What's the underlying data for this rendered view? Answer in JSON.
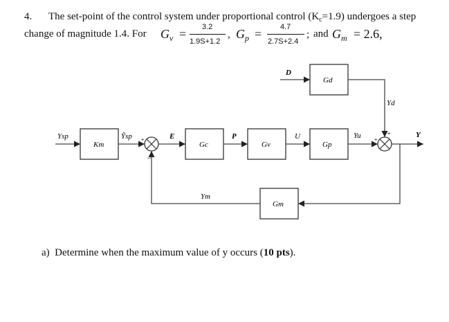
{
  "problem": {
    "number": "4.",
    "line1": "The set-point of the control system under proportional control (K",
    "kc_sub": "c",
    "line1_end": "=1.9) undergoes a step",
    "line2_start": "change of magnitude 1.4. For",
    "gv_sym": "G",
    "gv_sub": "v",
    "eq": "=",
    "gv_num": "3.2",
    "gv_den": "1.9S+1.2",
    "sep1": ",",
    "gp_sym": "G",
    "gp_sub": "p",
    "gp_num": "4.7",
    "gp_den": "2.7S+2.4",
    "sep2": ";",
    "and_text": "and",
    "gm_sym": "G",
    "gm_sub": "m",
    "gm_value": "= 2.6,"
  },
  "diagram": {
    "blocks": {
      "km": "Km",
      "gc": "Gc",
      "gv": "Gv",
      "gp": "Gp",
      "gd": "Gd",
      "gm": "Gm"
    },
    "signals": {
      "ysp": "Ysp",
      "ysp_tilde": "Ỹsp",
      "e": "E",
      "p": "P",
      "u": "U",
      "d": "D",
      "yd": "Yd",
      "yu": "Yu",
      "y": "Y",
      "ym": "Ym"
    },
    "plus": "+",
    "minus": "−"
  },
  "question": {
    "label": "a)",
    "text": "Determine when the maximum value of y occurs (",
    "pts": "10 pts",
    "end": ")."
  }
}
